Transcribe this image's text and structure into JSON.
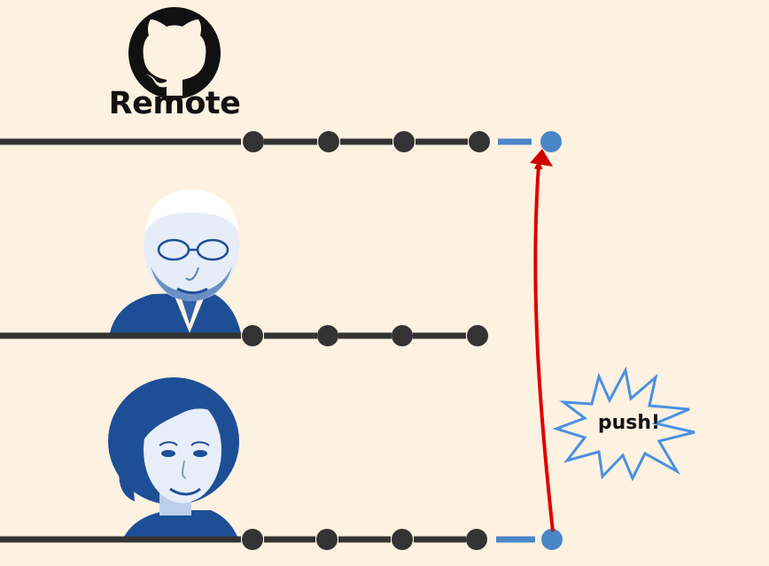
{
  "remote": {
    "label": "Remote",
    "icon": "github-octocat-icon"
  },
  "collaborators": [
    {
      "name": "",
      "icon": "person-portrait-man"
    },
    {
      "name": "",
      "icon": "person-portrait-woman"
    }
  ],
  "push": {
    "label": "push!"
  },
  "branches": {
    "remote": {
      "commits": 4,
      "pushed_commits": 1
    },
    "collaborator_1": {
      "commits": 4,
      "new_commits": 0
    },
    "collaborator_2": {
      "commits": 4,
      "new_commits": 1
    }
  },
  "colors": {
    "background": "#fdf1e1",
    "line": "#333333",
    "commit": "#333333",
    "new_commit": "#4a86c8",
    "portrait": "#1e4f96",
    "arrow": "#e00000",
    "burst_outline": "#4a90e2"
  }
}
